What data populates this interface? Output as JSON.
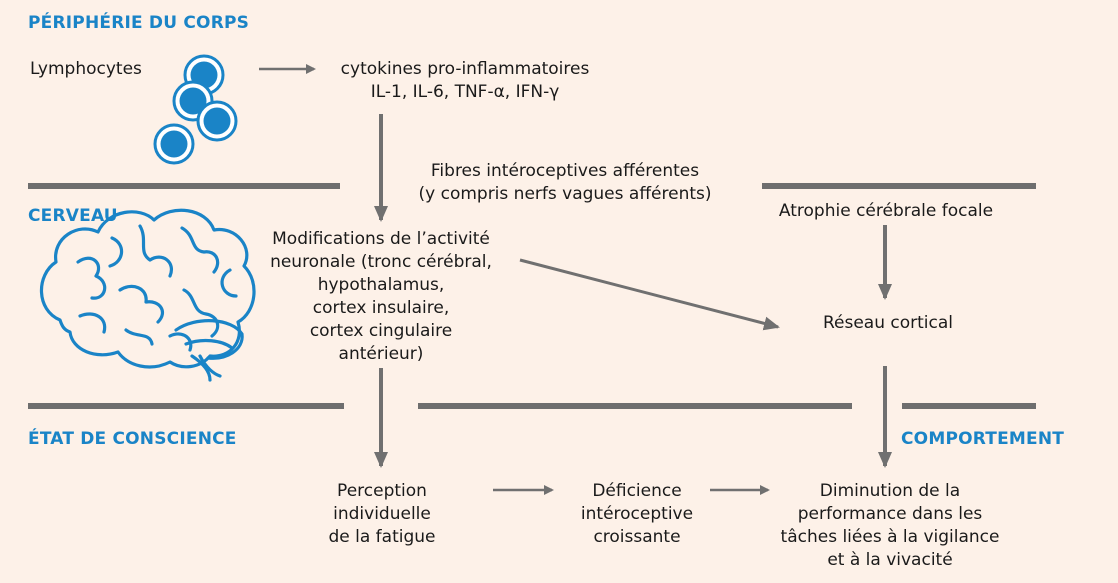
{
  "sections": {
    "periphery": "PÉRIPHÉRIE DU CORPS",
    "brain": "CERVEAU",
    "consciousness": "ÉTAT DE CONSCIENCE",
    "behavior": "COMPORTEMENT"
  },
  "nodes": {
    "lymphocytes": "Lymphocytes",
    "cytokines": [
      "cytokines pro-inflammatoires",
      "IL-1, IL-6, TNF-α, IFN-γ"
    ],
    "fibres": [
      "Fibres intéroceptives afférentes",
      "(y compris nerfs vagues afférents)"
    ],
    "neuronal": [
      "Modifications de l’activité",
      "neuronale (tronc cérébral,",
      "hypothalamus,",
      "cortex insulaire,",
      "cortex cingulaire",
      "antérieur)"
    ],
    "atrophy": "Atrophie cérébrale focale",
    "network": "Réseau cortical",
    "perception": [
      "Perception",
      "individuelle",
      "de la fatigue"
    ],
    "deficiency": [
      "Déficience",
      "intéroceptive",
      "croissante"
    ],
    "performance": [
      "Diminution de la",
      "performance dans les",
      "tâches liées à la vigilance",
      "et à la vivacité"
    ]
  },
  "colors": {
    "background": "#fdf1e8",
    "accent": "#1a84c7",
    "arrow": "#707070",
    "divider": "#6e6e6e"
  }
}
